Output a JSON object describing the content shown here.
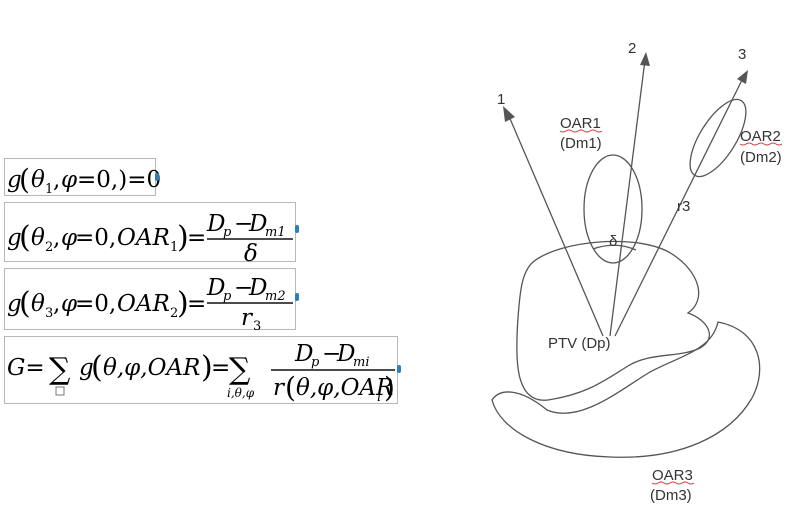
{
  "equations": {
    "eq1": {
      "lhs": "g",
      "theta": "θ",
      "sub1": "1",
      "phi": "φ",
      "rest": "=0,)=0"
    },
    "eq2": {
      "g": "g",
      "theta": "θ",
      "sub": "2",
      "phi": "φ",
      "oar": "OAR",
      "oarsub": "1",
      "num": "D",
      "nump": "p",
      "minus": "−",
      "dm": "D",
      "dmsub": "m1",
      "den": "δ"
    },
    "eq3": {
      "g": "g",
      "theta": "θ",
      "sub": "3",
      "phi": "φ",
      "oar": "OAR",
      "oarsub": "2",
      "num": "D",
      "nump": "p",
      "minus": "−",
      "dm": "D",
      "dmsub": "m2",
      "den": "r",
      "densub": "3"
    },
    "eq4": {
      "G": "G=",
      "sum": "∑",
      "g": "g",
      "args": "θ,φ,OAR",
      "eqsign": "=",
      "sumsub": "i,θ,φ",
      "num": "D",
      "nump": "p",
      "minus": "−",
      "dm": "D",
      "dmsub": "mi",
      "den": "r",
      "denargs": "θ,φ,OAR",
      "densub": "i"
    }
  },
  "diagram": {
    "labels": {
      "beam1": "1",
      "beam2": "2",
      "beam3": "3",
      "oar1": "OAR1",
      "dm1": "(Dm1)",
      "oar2": "OAR2",
      "dm2": "(Dm2)",
      "r3": "r3",
      "delta": "δ",
      "ptv": "PTV (Dp)",
      "oar3": "OAR3",
      "dm3": "(Dm3)"
    },
    "stroke_color": "#555555",
    "marker_color": "#2a7fb8"
  }
}
